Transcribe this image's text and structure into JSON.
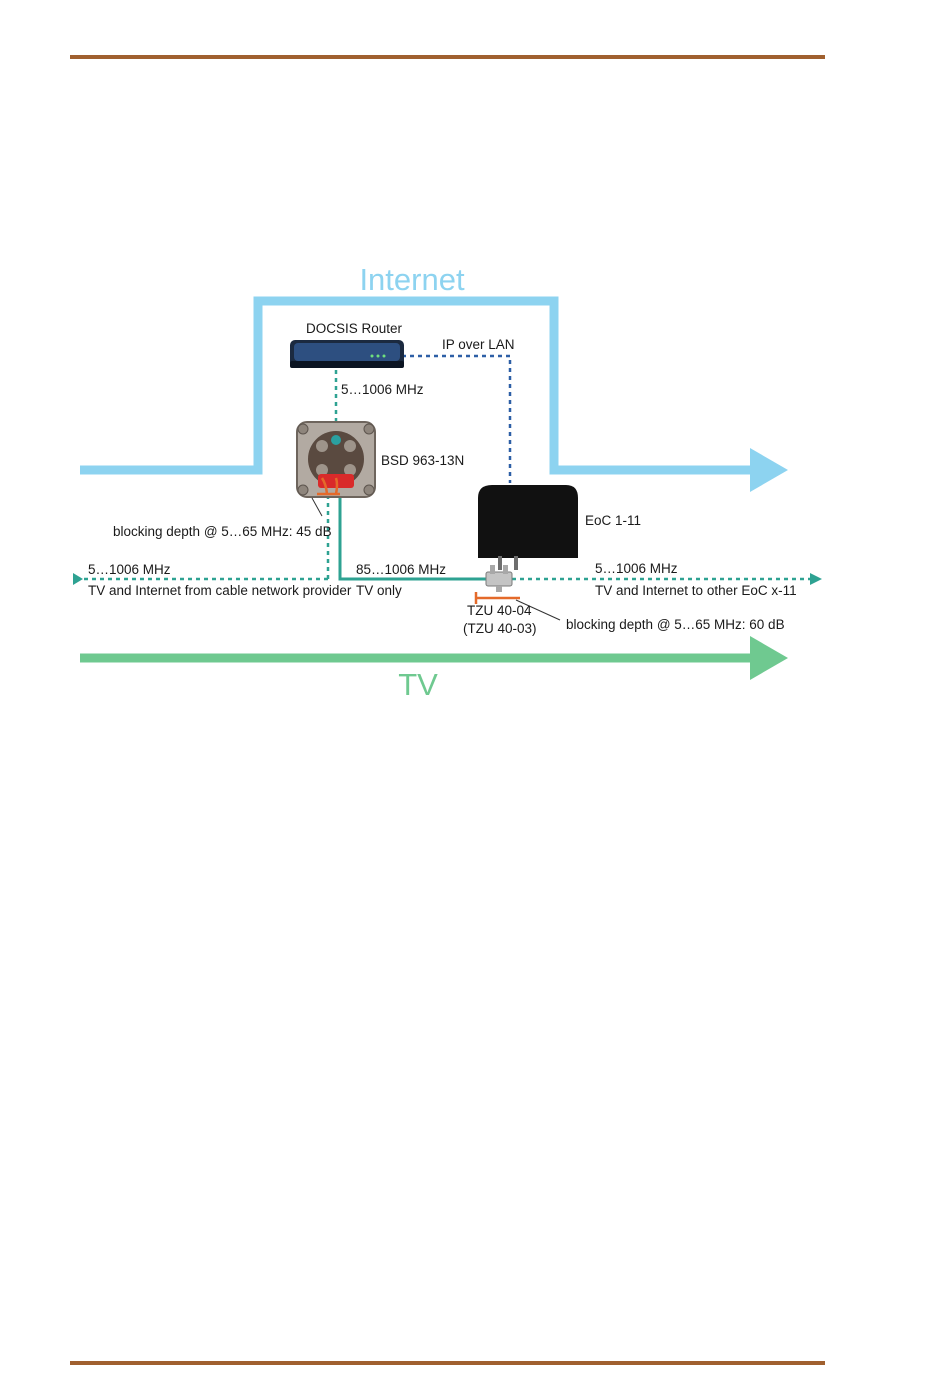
{
  "colors": {
    "rule": "#a0602f",
    "internet": "#8dd3f0",
    "tv": "#6fc990",
    "teal": "#2ea292",
    "lan_blue": "#2d5fa6",
    "orange": "#e46a2a",
    "device_dark": "#111111"
  },
  "diagram": {
    "internet_title": "Internet",
    "tv_title": "TV",
    "router_label": "DOCSIS Router",
    "lan_label": "IP over LAN",
    "router_freq": "5…1006 MHz",
    "outlet_label": "BSD 963-13N",
    "outlet_blocking": "blocking depth @ 5…65 MHz: 45 dB",
    "eoc_label": "EoC 1-11",
    "input_freq": "5…1006 MHz",
    "input_desc": "TV and Internet from cable network provider",
    "tv_freq": "85…1006 MHz",
    "tv_desc": "TV only",
    "output_freq": "5…1006 MHz",
    "output_desc": "TV and Internet to other EoC x-11",
    "tzu_label": "TZU 40-04",
    "tzu_alt": "(TZU 40-03)",
    "tzu_blocking": "blocking depth @ 5…65 MHz: 60 dB"
  }
}
